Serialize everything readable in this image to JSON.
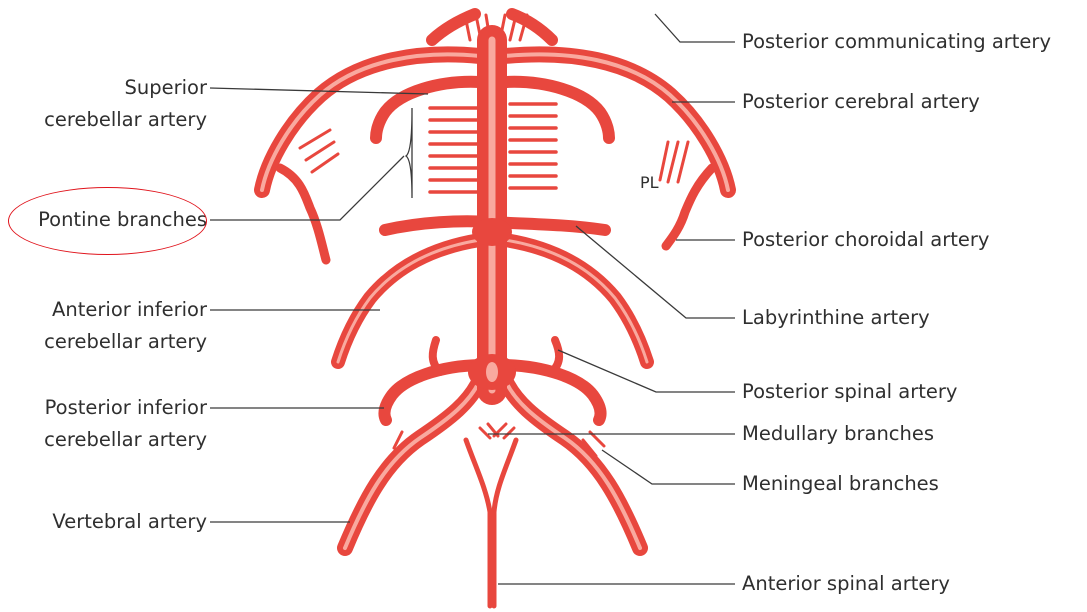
{
  "labels": {
    "posterior_communicating": "Posterior communicating artery",
    "superior_cerebellar": [
      "Superior",
      "cerebellar artery"
    ],
    "posterior_cerebral": "Posterior cerebral artery",
    "pontine": "Pontine branches",
    "posterior_choroidal": "Posterior choroidal artery",
    "anterior_inferior_cerebellar": [
      "Anterior inferior",
      "cerebellar artery"
    ],
    "labyrinthine": "Labyrinthine artery",
    "posterior_spinal": "Posterior spinal artery",
    "posterior_inferior_cerebellar": [
      "Posterior inferior",
      "cerebellar artery"
    ],
    "medullary": "Medullary branches",
    "meningeal": "Meningeal branches",
    "vertebral": "Vertebral artery",
    "anterior_spinal": "Anterior spinal artery",
    "pl": "PL"
  },
  "colors": {
    "artery_fill": "#e8473e",
    "artery_highlight": "#f9a99f",
    "leader_line": "#3a3a3a",
    "highlight_ring": "#e0141c"
  },
  "highlighted_label": "pontine"
}
